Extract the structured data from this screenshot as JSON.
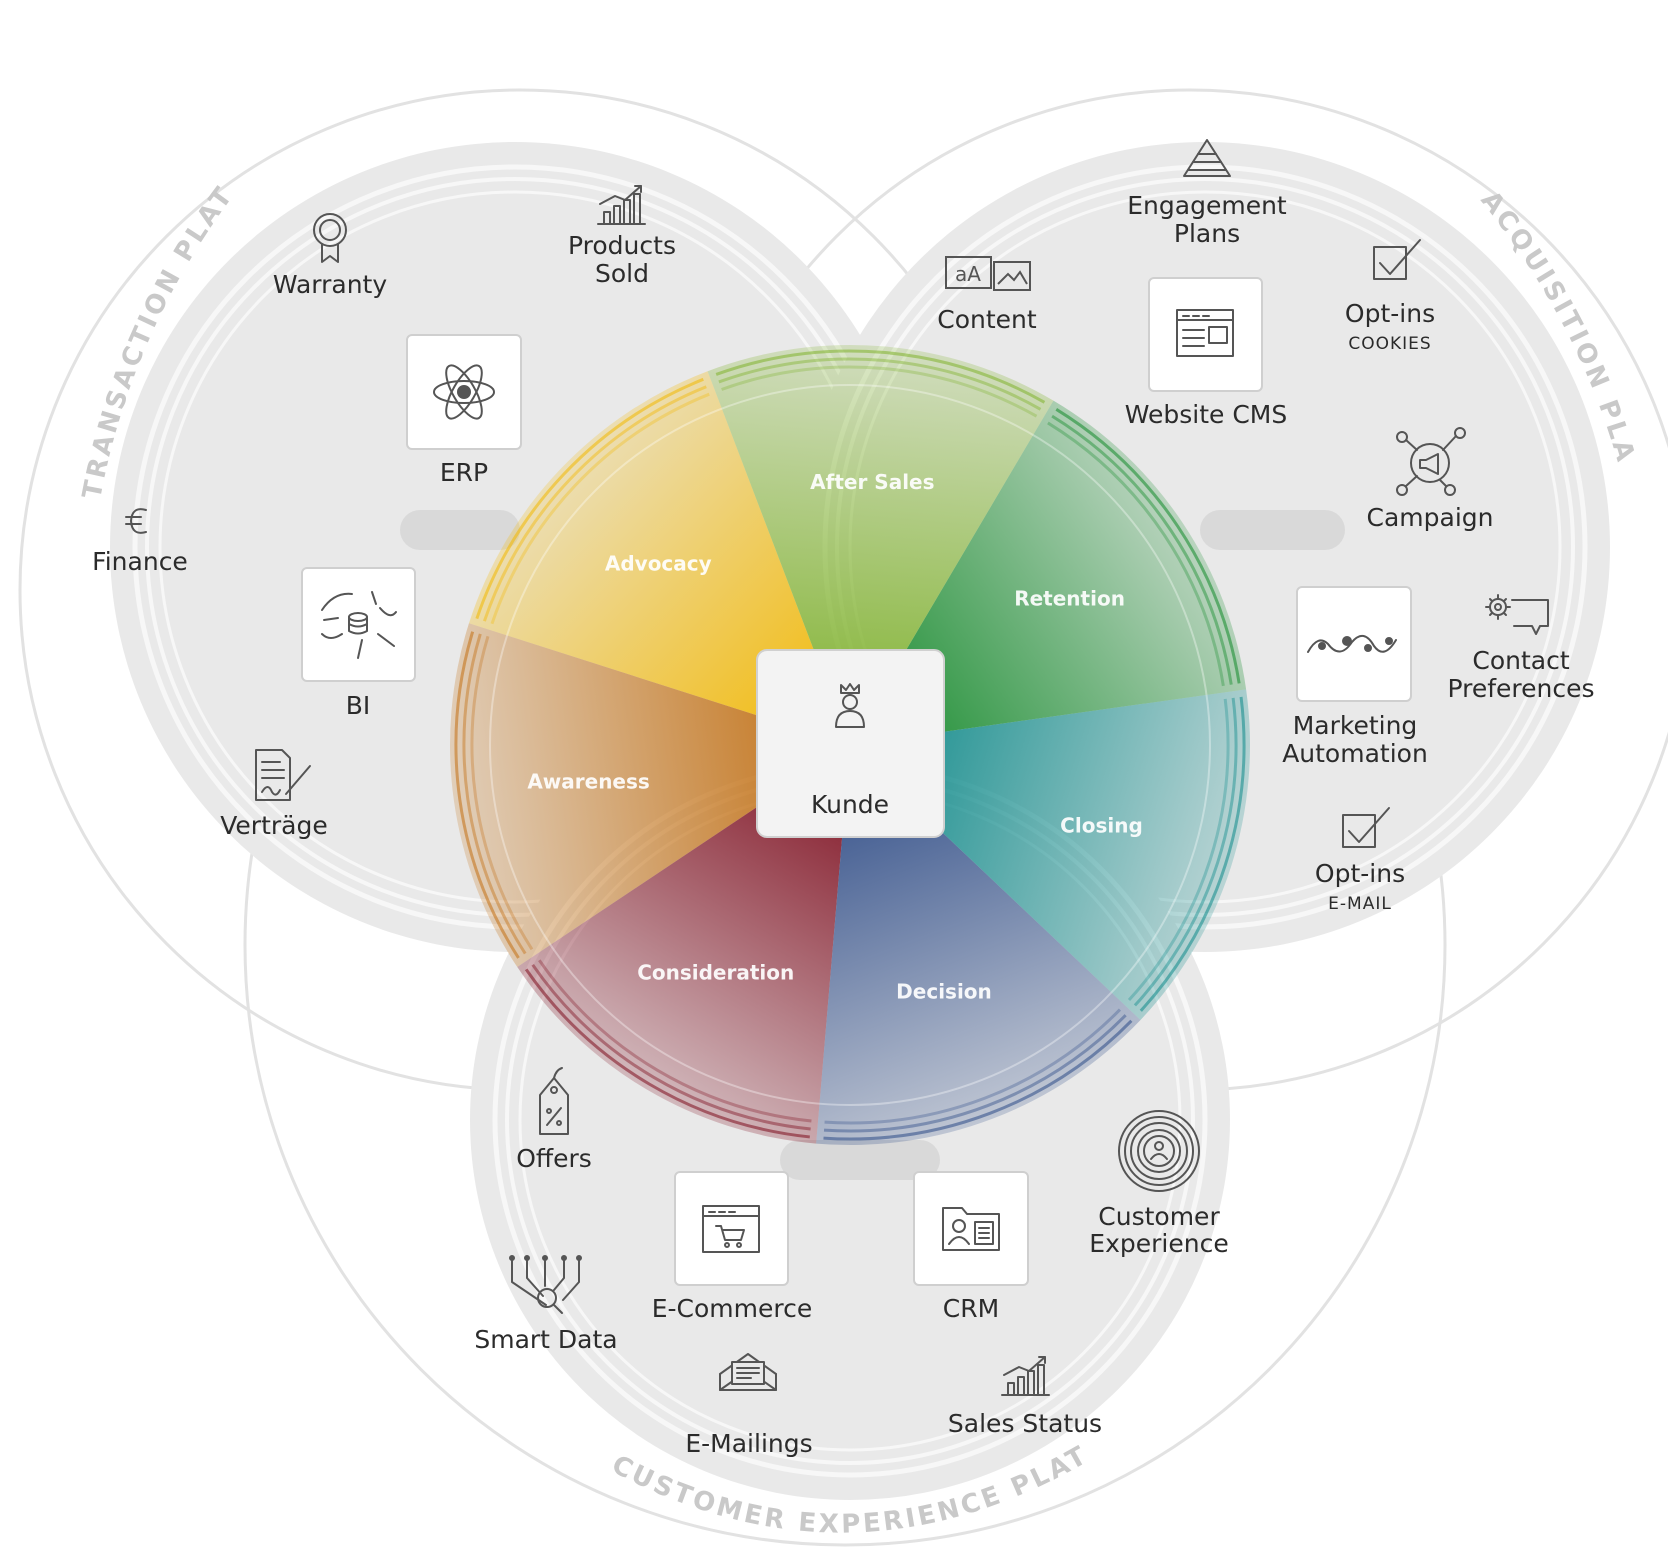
{
  "platforms": {
    "transaction": "TRANSACTION PLATFORM",
    "acquisition": "ACQUISITION PLATFORM",
    "customer_experience": "CUSTOMER EXPERIENCE PLATFORM"
  },
  "center": {
    "label": "Kunde",
    "icon": "customer-crown-icon"
  },
  "stages": [
    {
      "label": "Advocacy",
      "color": "#f3b800"
    },
    {
      "label": "Awareness",
      "color": "#c26f12"
    },
    {
      "label": "Consideration",
      "color": "#7e0d1e"
    },
    {
      "label": "Decision",
      "color": "#2c4a86"
    },
    {
      "label": "Closing",
      "color": "#0e8a8a"
    },
    {
      "label": "Retention",
      "color": "#138a2a"
    },
    {
      "label": "After Sales",
      "color": "#7fb22c"
    }
  ],
  "transaction_items": {
    "warranty": "Warranty",
    "products_sold_1": "Products",
    "products_sold_2": "Sold",
    "erp": "ERP",
    "finance": "Finance",
    "bi": "BI",
    "vertraege": "Verträge"
  },
  "acquisition_items": {
    "engagement_1": "Engagement",
    "engagement_2": "Plans",
    "content": "Content",
    "content_icon_text": "aA",
    "website_cms": "Website CMS",
    "optins_top": "Opt-ins",
    "optins_top_sub": "COOKIES",
    "campaign": "Campaign",
    "marketing_1": "Marketing",
    "marketing_2": "Automation",
    "contact_1": "Contact",
    "contact_2": "Preferences",
    "optins_bottom": "Opt-ins",
    "optins_bottom_sub": "E-MAIL"
  },
  "cx_items": {
    "offers": "Offers",
    "smart_data": "Smart Data",
    "ecommerce": "E-Commerce",
    "crm": "CRM",
    "customer_exp_1": "Customer",
    "customer_exp_2": "Experience",
    "emailings": "E-Mailings",
    "sales_status": "Sales Status"
  }
}
